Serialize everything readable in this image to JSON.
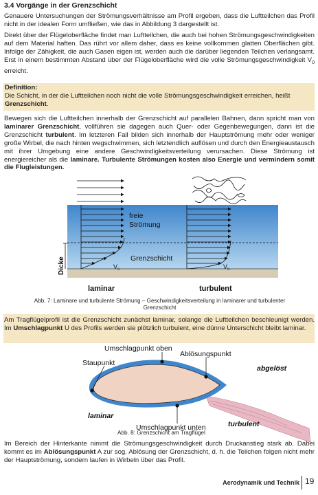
{
  "heading": "3.4 Vorgänge in der Grenzschicht",
  "para1": "Genauere Untersuchungen der Strömungsverhältnisse am Profil ergeben, dass die Luftteilchen das Profil nicht in der idealen Form umfließen, wie das in Abbildung 3 dargestellt ist.",
  "para2": "Direkt über der Flügeloberfläche findet man Luftteilchen, die auch bei hohen Strömungsgeschwindigkeiten auf dem Material haften. Das rührt vor allem daher, dass es keine vollkommen glatten Oberflächen gibt. Infolge der Zähigkeit, die auch Gasen eigen ist, werden auch die darüber liegenden Teilchen verlangsamt. Erst in einem bestimmten Abstand über der Flügeloberfläche wird die volle Strömungsgeschwindigkeit V",
  "para2_sub": "0",
  "para2_end": " erreicht.",
  "definition": {
    "title": "Definition:",
    "text": "Die Schicht, in der die Luftteilchen noch nicht die volle Strömungsgeschwindigkeit erreichen, heißt ",
    "term": "Grenzschicht",
    "end": "."
  },
  "para3": {
    "a": "Bewegen sich die Luftteilchen innerhalb der Grenzschicht auf parallelen Bahnen, dann spricht man von ",
    "b": "laminarer Grenzschicht",
    "c": ", vollführen sie dagegen auch Quer- oder Gegenbewegungen, dann ist die Grenzschicht ",
    "d": "turbulent",
    "e": ". Im letzteren Fall bilden sich innerhalb der Hauptströmung mehr oder weniger große Wirbel, die nach hinten wegschwimmen, sich letztendlich auflösen und durch den Energieaustausch mit ihrer Umgebung eine andere Geschwindigkeitsverteilung verursachen. Diese Strömung ist energiereicher als die ",
    "f": "laminare.",
    "g": " Turbulente Strömungen kosten also Energie und vermindern somit die Flugleistungen."
  },
  "fig7": {
    "label_free": "freie",
    "label_flow": "Strömung",
    "label_boundary": "Grenzschicht",
    "label_thickness": "Dicke",
    "label_vs": "V",
    "label_vs_sub": "s",
    "label_laminar": "laminar",
    "label_turbulent": "turbulent",
    "caption": "Abb. 7: Laminare und turbulente Strömung – Geschwindigkeitsverteilung in laminarer und turbulenter Grenzschicht",
    "colors": {
      "sky_top": "#3f86cc",
      "sky_bottom": "#b5d6ef",
      "ground": "#d7cdb4"
    }
  },
  "para4": {
    "a": "Am Tragflügelprofil ist die Grenzschicht zunächst laminar, solange die Luftteilchen beschleunigt werden. Im ",
    "b": "Umschlagpunkt",
    "c": " U des Profils werden sie plötzlich turbulent, eine dünne Unterschicht bleibt laminar."
  },
  "fig8": {
    "label_upper": "Umschlagpunkt oben",
    "label_sep": "Ablösungspunkt",
    "label_stag": "Staupunkt",
    "label_detached": "abgelöst",
    "label_laminar": "laminar",
    "label_lower": "Umschlagpunkt unten",
    "label_turbulent": "turbulent",
    "caption": "Abb. 8: Grenzschicht am Tragflügel",
    "colors": {
      "profile": "#f0d3c2",
      "layer": "#3f86cc",
      "wake": "#e8b9c4"
    }
  },
  "para5": {
    "a": "Im Bereich der Hinterkante nimmt die Strömungsgeschwindigkeit durch Druckanstieg stark ab. Dabei kommt es im ",
    "b": "Ablösungspunkt",
    "c": " A zur sog. Ablösung der Grenzschicht, d. h. die Teilchen folgen nicht mehr der Hauptströmung, sondern laufen in Wirbeln über das Profil."
  },
  "footer": {
    "title": "Aerodynamik und Technik",
    "page": "19"
  }
}
